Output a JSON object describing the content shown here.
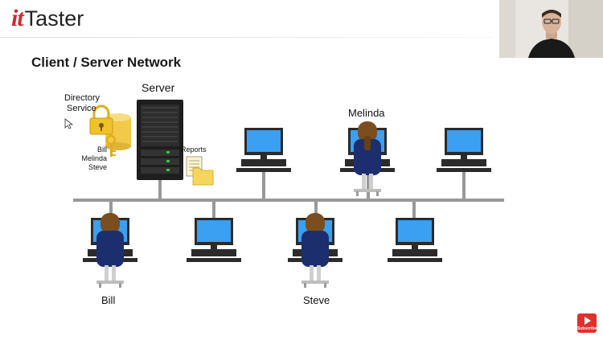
{
  "brand": {
    "logo_italic": "it",
    "logo_text": "Taster"
  },
  "slide": {
    "title": "Client / Server Network",
    "server_label": "Server",
    "directory_label_line1": "Directory",
    "directory_label_line2": "Service",
    "directory_users": [
      "Bill",
      "Melinda",
      "Steve"
    ],
    "reports_label": "Reports",
    "user_labels": {
      "melinda": "Melinda",
      "bill": "Bill",
      "steve": "Steve"
    }
  },
  "subscribe": {
    "label": "Subscribe"
  },
  "colors": {
    "brand_red": "#d7262b",
    "monitor_screen": "#3b9ff2",
    "network_line": "#999999",
    "lock_gold": "#f0c22a",
    "user_shirt": "#1c2e6e"
  }
}
